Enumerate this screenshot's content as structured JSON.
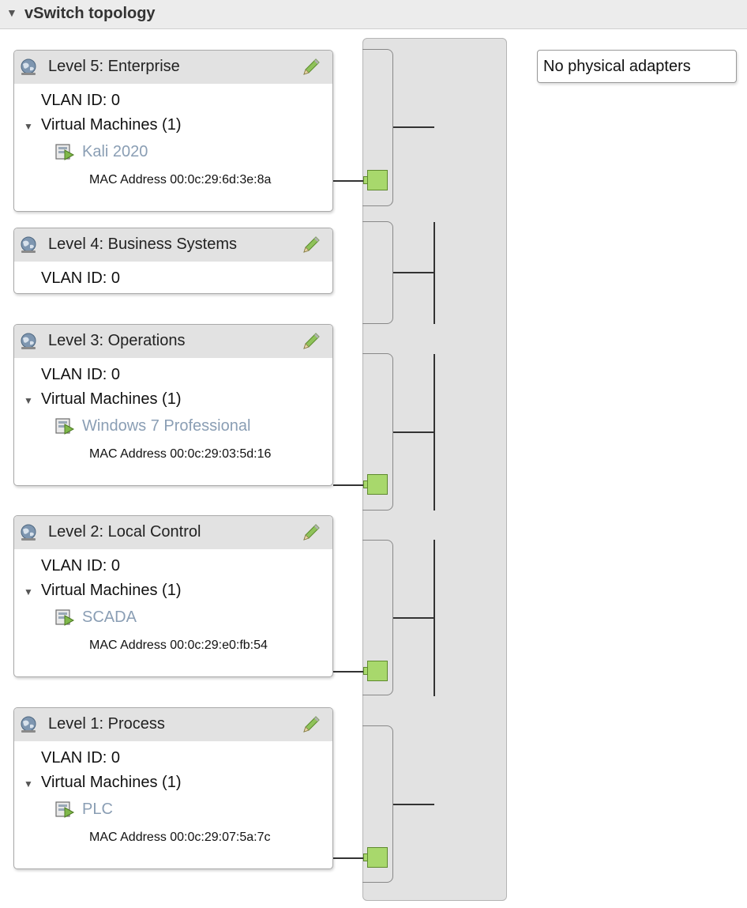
{
  "section": {
    "title": "vSwitch topology",
    "toggle": "▼"
  },
  "physical": {
    "label": "No physical adapters"
  },
  "colors": {
    "port_green": "#a8d86c",
    "header_gray": "#e2e2e2",
    "link_blue": "#8a9eb4"
  },
  "port_groups": [
    {
      "name": "Level 5: Enterprise",
      "vlan": "VLAN ID: 0",
      "vm_header": "Virtual Machines (1)",
      "vm_name": "Kali 2020",
      "mac": "MAC Address 00:0c:29:6d:3e:8a"
    },
    {
      "name": "Level 4: Business Systems",
      "vlan": "VLAN ID: 0"
    },
    {
      "name": "Level 3: Operations",
      "vlan": "VLAN ID: 0",
      "vm_header": "Virtual Machines (1)",
      "vm_name": "Windows 7 Professional",
      "mac": "MAC Address 00:0c:29:03:5d:16"
    },
    {
      "name": "Level 2: Local Control",
      "vlan": "VLAN ID: 0",
      "vm_header": "Virtual Machines (1)",
      "vm_name": "SCADA",
      "mac": "MAC Address 00:0c:29:e0:fb:54"
    },
    {
      "name": "Level 1: Process",
      "vlan": "VLAN ID: 0",
      "vm_header": "Virtual Machines (1)",
      "vm_name": "PLC",
      "mac": "MAC Address 00:0c:29:07:5a:7c"
    }
  ]
}
